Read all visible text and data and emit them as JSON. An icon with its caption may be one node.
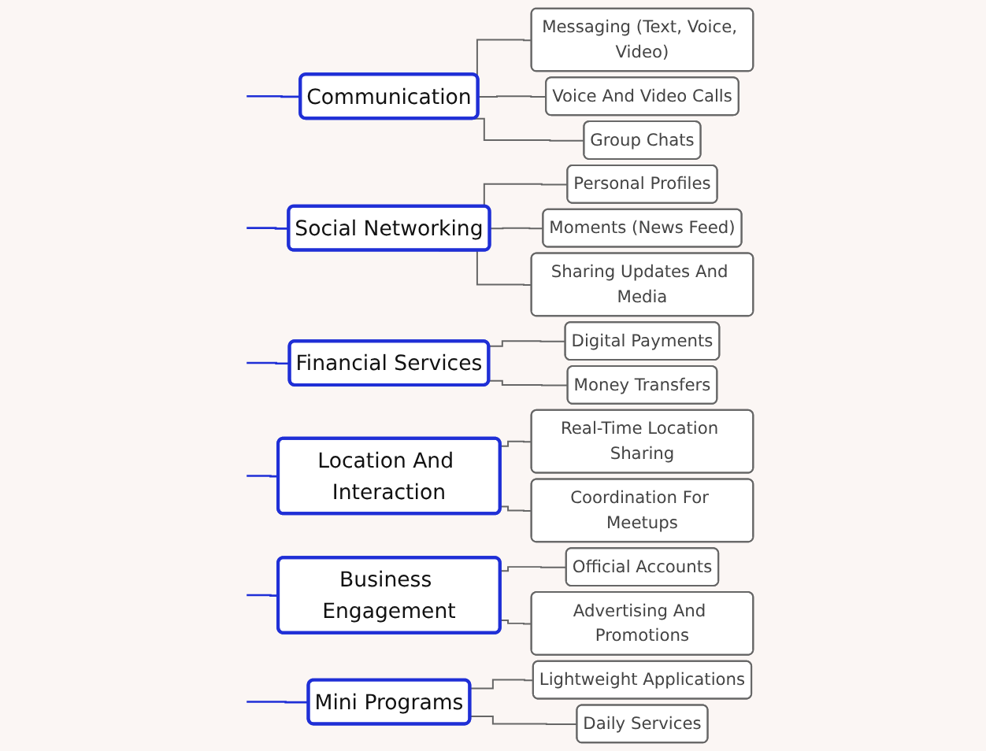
{
  "diagram": {
    "nodes": [
      {
        "text": [
          "Communication"
        ]
      },
      {
        "text": [
          "Messaging (Text, Voice, Video)"
        ]
      },
      {
        "text": [
          "Voice And Video Calls"
        ]
      },
      {
        "text": [
          "Group Chats"
        ]
      },
      {
        "text": [
          "Social Networking"
        ]
      },
      {
        "text": [
          "Personal Profiles"
        ]
      },
      {
        "text": [
          "Moments (News Feed)"
        ]
      },
      {
        "text": [
          "Sharing Updates And Media"
        ]
      },
      {
        "text": [
          "Financial Services"
        ]
      },
      {
        "text": [
          "Digital Payments"
        ]
      },
      {
        "text": [
          "Money Transfers"
        ]
      },
      {
        "text": [
          "Location And Interaction"
        ]
      },
      {
        "text": [
          "Real-Time Location Sharing"
        ]
      },
      {
        "text": [
          "Coordination For Meetups"
        ]
      },
      {
        "text": [
          "Business Engagement"
        ]
      },
      {
        "text": [
          "Official Accounts"
        ]
      },
      {
        "text": [
          "Advertising And Promotions"
        ]
      },
      {
        "text": [
          "Mini Programs"
        ]
      },
      {
        "text": [
          "Lightweight Applications"
        ]
      },
      {
        "text": [
          "Daily Services"
        ]
      }
    ],
    "edges": [
      {
        "from": null,
        "to": 0,
        "arrow": "none",
        "color": "#1f2fd6"
      },
      {
        "from": null,
        "to": 4,
        "arrow": "none",
        "color": "#1f2fd6"
      },
      {
        "from": null,
        "to": 8,
        "arrow": "none",
        "color": "#1f2fd6"
      },
      {
        "from": null,
        "to": 11,
        "arrow": "none",
        "color": "#1f2fd6"
      },
      {
        "from": null,
        "to": 14,
        "arrow": "none",
        "color": "#1f2fd6"
      },
      {
        "from": null,
        "to": 17,
        "arrow": "none",
        "color": "#1f2fd6"
      },
      {
        "from": 0,
        "to": 1,
        "arrow": "none"
      },
      {
        "from": 0,
        "to": 2,
        "arrow": "none"
      },
      {
        "from": 0,
        "to": 3,
        "arrow": "none"
      },
      {
        "from": 4,
        "to": 5,
        "arrow": "none"
      },
      {
        "from": 4,
        "to": 6,
        "arrow": "none"
      },
      {
        "from": 4,
        "to": 7,
        "arrow": "none"
      },
      {
        "from": 8,
        "to": 9,
        "arrow": "none"
      },
      {
        "from": 8,
        "to": 10,
        "arrow": "none"
      },
      {
        "from": 11,
        "to": 12,
        "arrow": "none"
      },
      {
        "from": 11,
        "to": 13,
        "arrow": "none"
      },
      {
        "from": 14,
        "to": 15,
        "arrow": "none"
      },
      {
        "from": 14,
        "to": 16,
        "arrow": "none"
      },
      {
        "from": 17,
        "to": 18,
        "arrow": "none"
      },
      {
        "from": 17,
        "to": 19,
        "arrow": "none"
      }
    ]
  }
}
